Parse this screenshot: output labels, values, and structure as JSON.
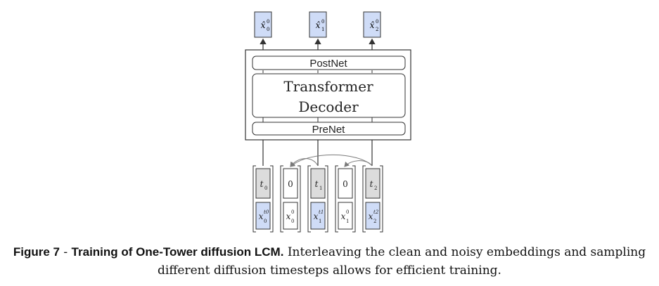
{
  "outputs": [
    {
      "base": "x̂",
      "sub": "0",
      "sup": "0"
    },
    {
      "base": "x̂",
      "sub": "1",
      "sup": "0"
    },
    {
      "base": "x̂",
      "sub": "2",
      "sup": "0"
    }
  ],
  "blocks": {
    "postnet": "PostNet",
    "transformer_line1": "Transformer",
    "transformer_line2": "Decoder",
    "prenet": "PreNet"
  },
  "input_columns": [
    {
      "top": "t",
      "top_sub": "0",
      "bottom_base": "x",
      "bottom_sub": "0",
      "bottom_sup": "t0",
      "noisy": true
    },
    {
      "top": "0",
      "top_sub": "",
      "bottom_base": "x",
      "bottom_sub": "0",
      "bottom_sup": "0",
      "noisy": false
    },
    {
      "top": "t",
      "top_sub": "1",
      "bottom_base": "x",
      "bottom_sub": "1",
      "bottom_sup": "t1",
      "noisy": true
    },
    {
      "top": "0",
      "top_sub": "",
      "bottom_base": "x",
      "bottom_sub": "1",
      "bottom_sup": "0",
      "noisy": false
    },
    {
      "top": "t",
      "top_sub": "2",
      "bottom_base": "x",
      "bottom_sub": "2",
      "bottom_sup": "t2",
      "noisy": true
    }
  ],
  "caption": {
    "label": "Figure 7",
    "separator": " - ",
    "title": "Training of One-Tower diffusion LCM.",
    "text_line1": " Interleaving the clean and noisy embeddings and sampling",
    "text_line2": "different diffusion timesteps allows for efficient training."
  },
  "colors": {
    "noisy_fill": "#cfdcf7",
    "time_fill": "#dcdcdc",
    "clean_fill": "#ffffff",
    "stroke": "#333333",
    "arrow": "#7a7a7a"
  }
}
